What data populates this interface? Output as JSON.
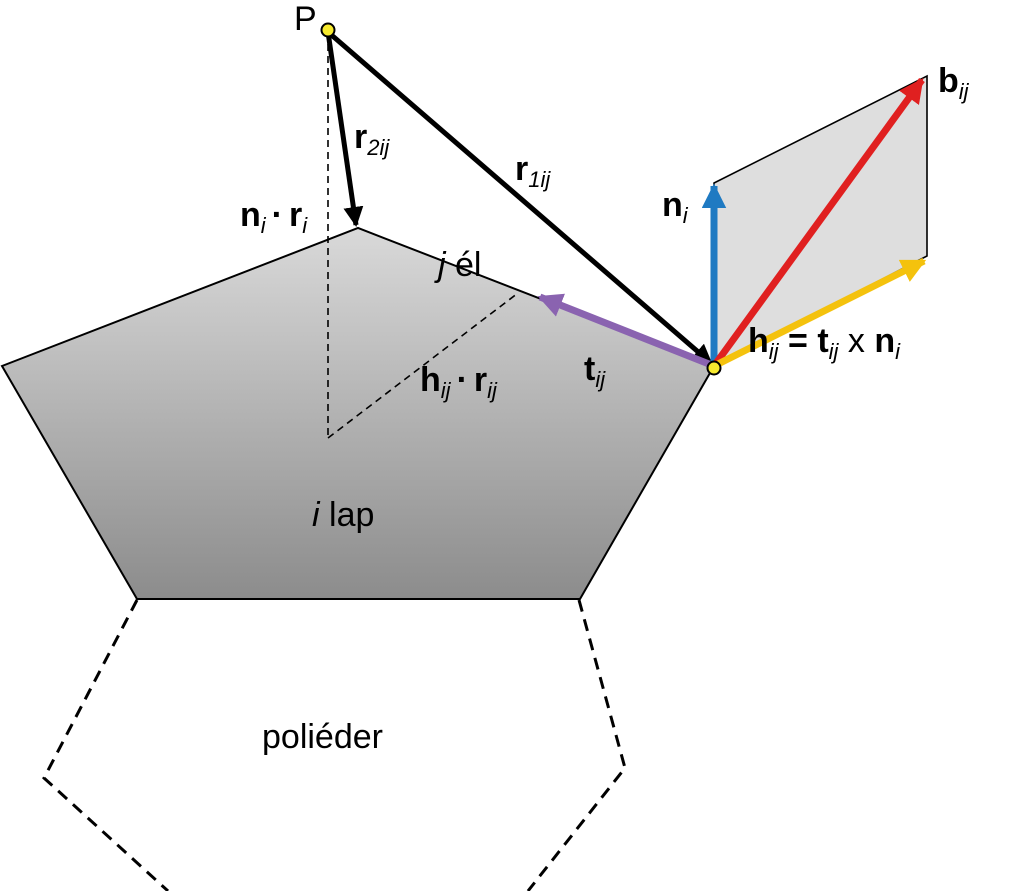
{
  "labels": {
    "point": "P",
    "r2": {
      "base": "r",
      "sub": "2ij"
    },
    "r1": {
      "base": "r",
      "sub": "1ij"
    },
    "niri": {
      "n": "n",
      "n_sub": "i",
      "dot": "·",
      "r": "r",
      "r_sub": "i"
    },
    "edge": {
      "j": "j",
      "text": " él"
    },
    "t": {
      "base": "t",
      "sub": "ij"
    },
    "hr": {
      "h": "h",
      "h_sub": "ij",
      "dot": "·",
      "r": "r",
      "r_sub": "ij"
    },
    "face": {
      "i": "i",
      "text": " lap"
    },
    "polyhedron": "poliéder",
    "n": {
      "base": "n",
      "sub": "i"
    },
    "b": {
      "base": "b",
      "sub": "ij"
    },
    "h_formula": {
      "h": "h",
      "h_sub": "ij",
      "eq": " = ",
      "t": "t",
      "t_sub": "ij",
      "x": " x ",
      "n": "n",
      "n_sub": "i"
    }
  },
  "colors": {
    "n_vector": "#1f7ac2",
    "b_vector": "#e02020",
    "h_vector": "#f4c20d",
    "t_vector": "#8a63b0",
    "face_fill_light": "#d9d9d9",
    "face_fill_dark": "#8c8c8c",
    "plane_fill": "#dedede",
    "point_fill": "#f7ea2e"
  }
}
